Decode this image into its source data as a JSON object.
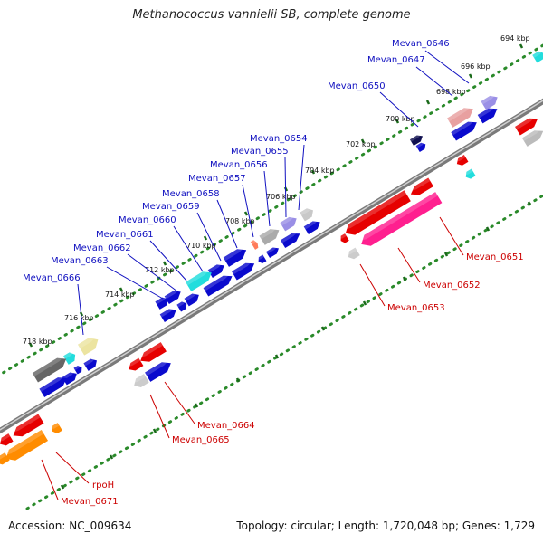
{
  "title": "Methanococcus vannielii SB, complete genome",
  "footer": {
    "accession": "Accession: NC_009634",
    "summary": "Topology: circular; Length: 1,720,048 bp; Genes: 1,729"
  },
  "colors": {
    "forward_label": "#1010c0",
    "reverse_label": "#cc0000",
    "backbone": "#8a8a8a",
    "tick_dots": "#2a8a2a",
    "ticks": "#1a6a1a"
  },
  "ticks": [
    {
      "label": "694 kbp"
    },
    {
      "label": "696 kbp"
    },
    {
      "label": "698 kbp"
    },
    {
      "label": "700 kbp"
    },
    {
      "label": "702 kbp"
    },
    {
      "label": "704 kbp"
    },
    {
      "label": "706 kbp"
    },
    {
      "label": "708 kbp"
    },
    {
      "label": "710 kbp"
    },
    {
      "label": "712 kbp"
    },
    {
      "label": "714 kbp"
    },
    {
      "label": "716 kbp"
    },
    {
      "label": "718 kbp"
    }
  ],
  "forward_labels": [
    "Mevan_0646",
    "Mevan_0647",
    "Mevan_0650",
    "Mevan_0654",
    "Mevan_0655",
    "Mevan_0656",
    "Mevan_0657",
    "Mevan_0658",
    "Mevan_0659",
    "Mevan_0660",
    "Mevan_0661",
    "Mevan_0662",
    "Mevan_0663",
    "Mevan_0666"
  ],
  "reverse_labels": [
    "Mevan_0651",
    "Mevan_0652",
    "Mevan_0653",
    "Mevan_0664",
    "Mevan_0665",
    "rpoH",
    "Mevan_0671"
  ]
}
